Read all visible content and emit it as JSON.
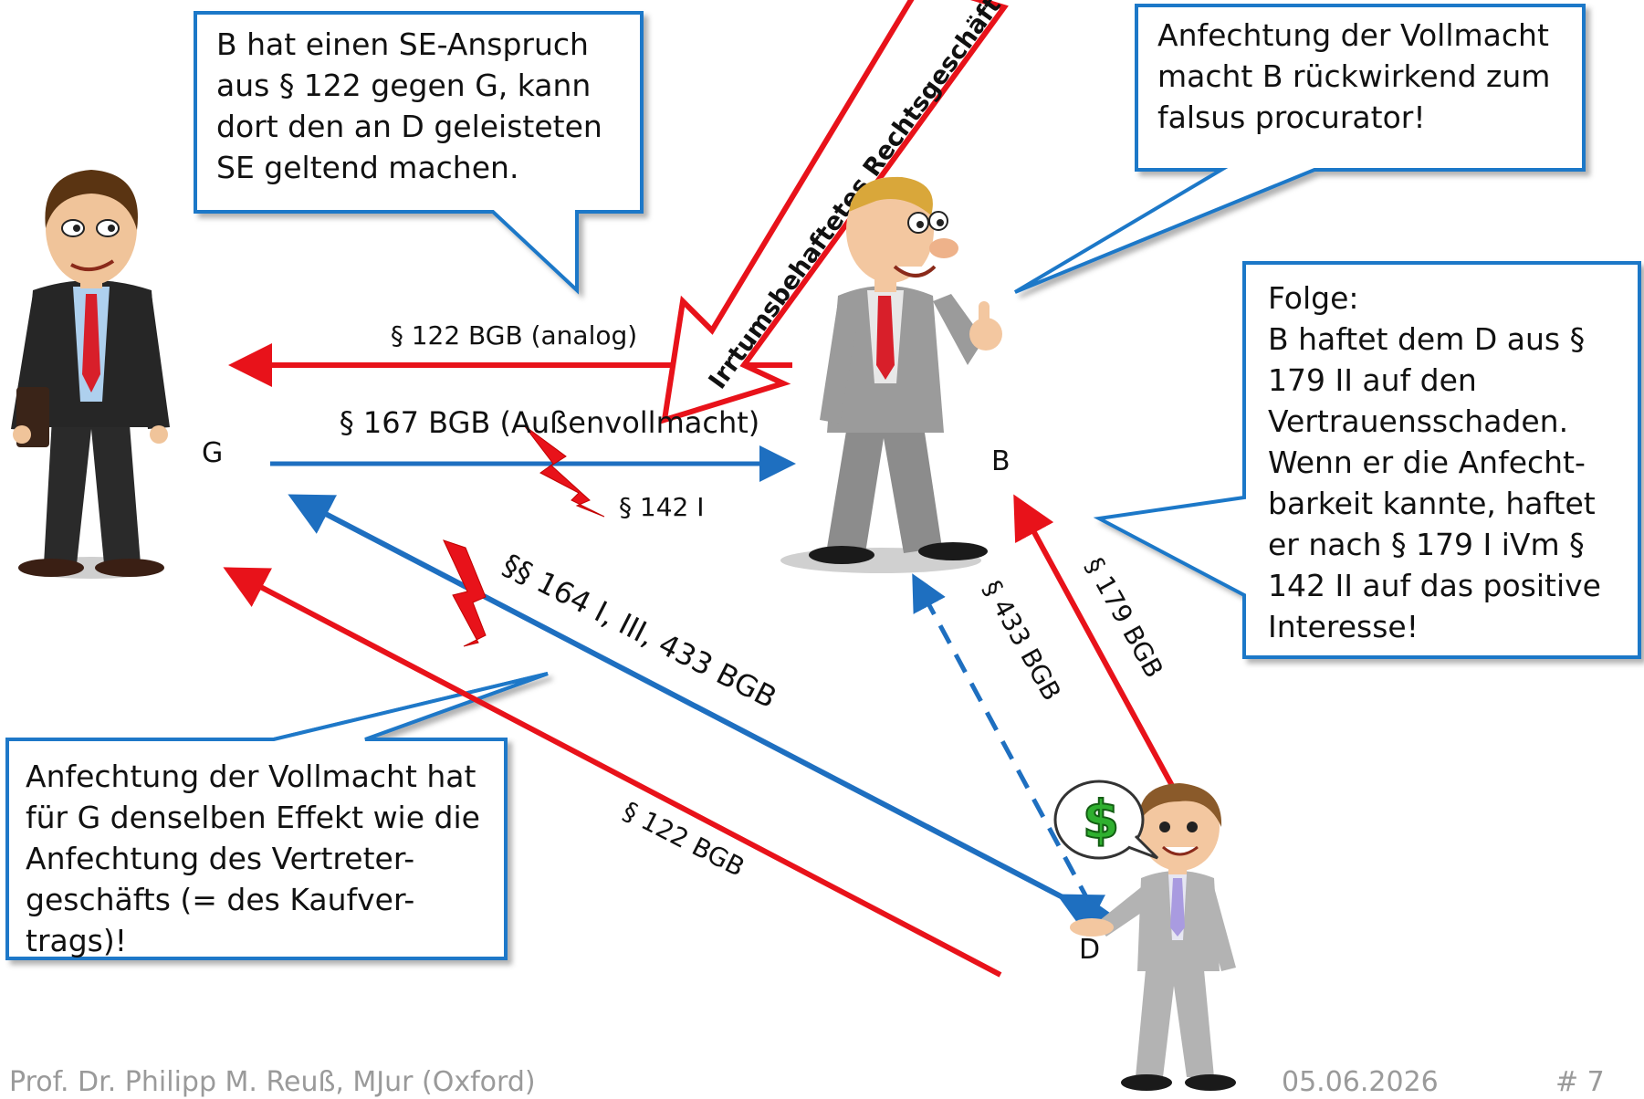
{
  "callouts": {
    "se_anspruch": "B hat einen SE-Anspruch\naus § 122 gegen G, kann\ndort den an D geleisteten\nSE geltend machen.",
    "falsus": "Anfechtung der Vollmacht\nmacht B rückwirkend zum\nfalsus procurator!",
    "folge": "Folge:\nB haftet dem D aus §\n179 II auf den\nVertrauensschaden.\nWenn er die Anfecht-\nbarkeit kannte, haftet\ner nach § 179 I iVm §\n142 II auf das positive\nInteresse!",
    "effekt": "Anfechtung der Vollmacht hat\nfür G denselben Effekt wie die\nAnfechtung des Vertreter-\ngeschäfts (= des Kaufver-\ntrags)!"
  },
  "people": {
    "g": "G",
    "b": "B",
    "d": "D"
  },
  "arrows": {
    "p122_analog": "§ 122 BGB (analog)",
    "p167": "§ 167 BGB (Außenvollmacht)",
    "p142": "§ 142 I",
    "p164": "§§ 164 I, III, 433 BGB",
    "p122": "§ 122 BGB",
    "p433": "§ 433 BGB",
    "p179": "§ 179 BGB",
    "irrtum": "Irrtumsbehaftetes Rechtsgeschäft"
  },
  "speech_symbol": "$",
  "footer": {
    "author": "Prof. Dr. Philipp M. Reuß, MJur (Oxford)",
    "date": "05.06.2026",
    "page": "# 7"
  },
  "colors": {
    "red": "#e8121a",
    "blue": "#1e6fc0",
    "callout_border": "#1e78c8",
    "footer": "#9a9a9a"
  }
}
